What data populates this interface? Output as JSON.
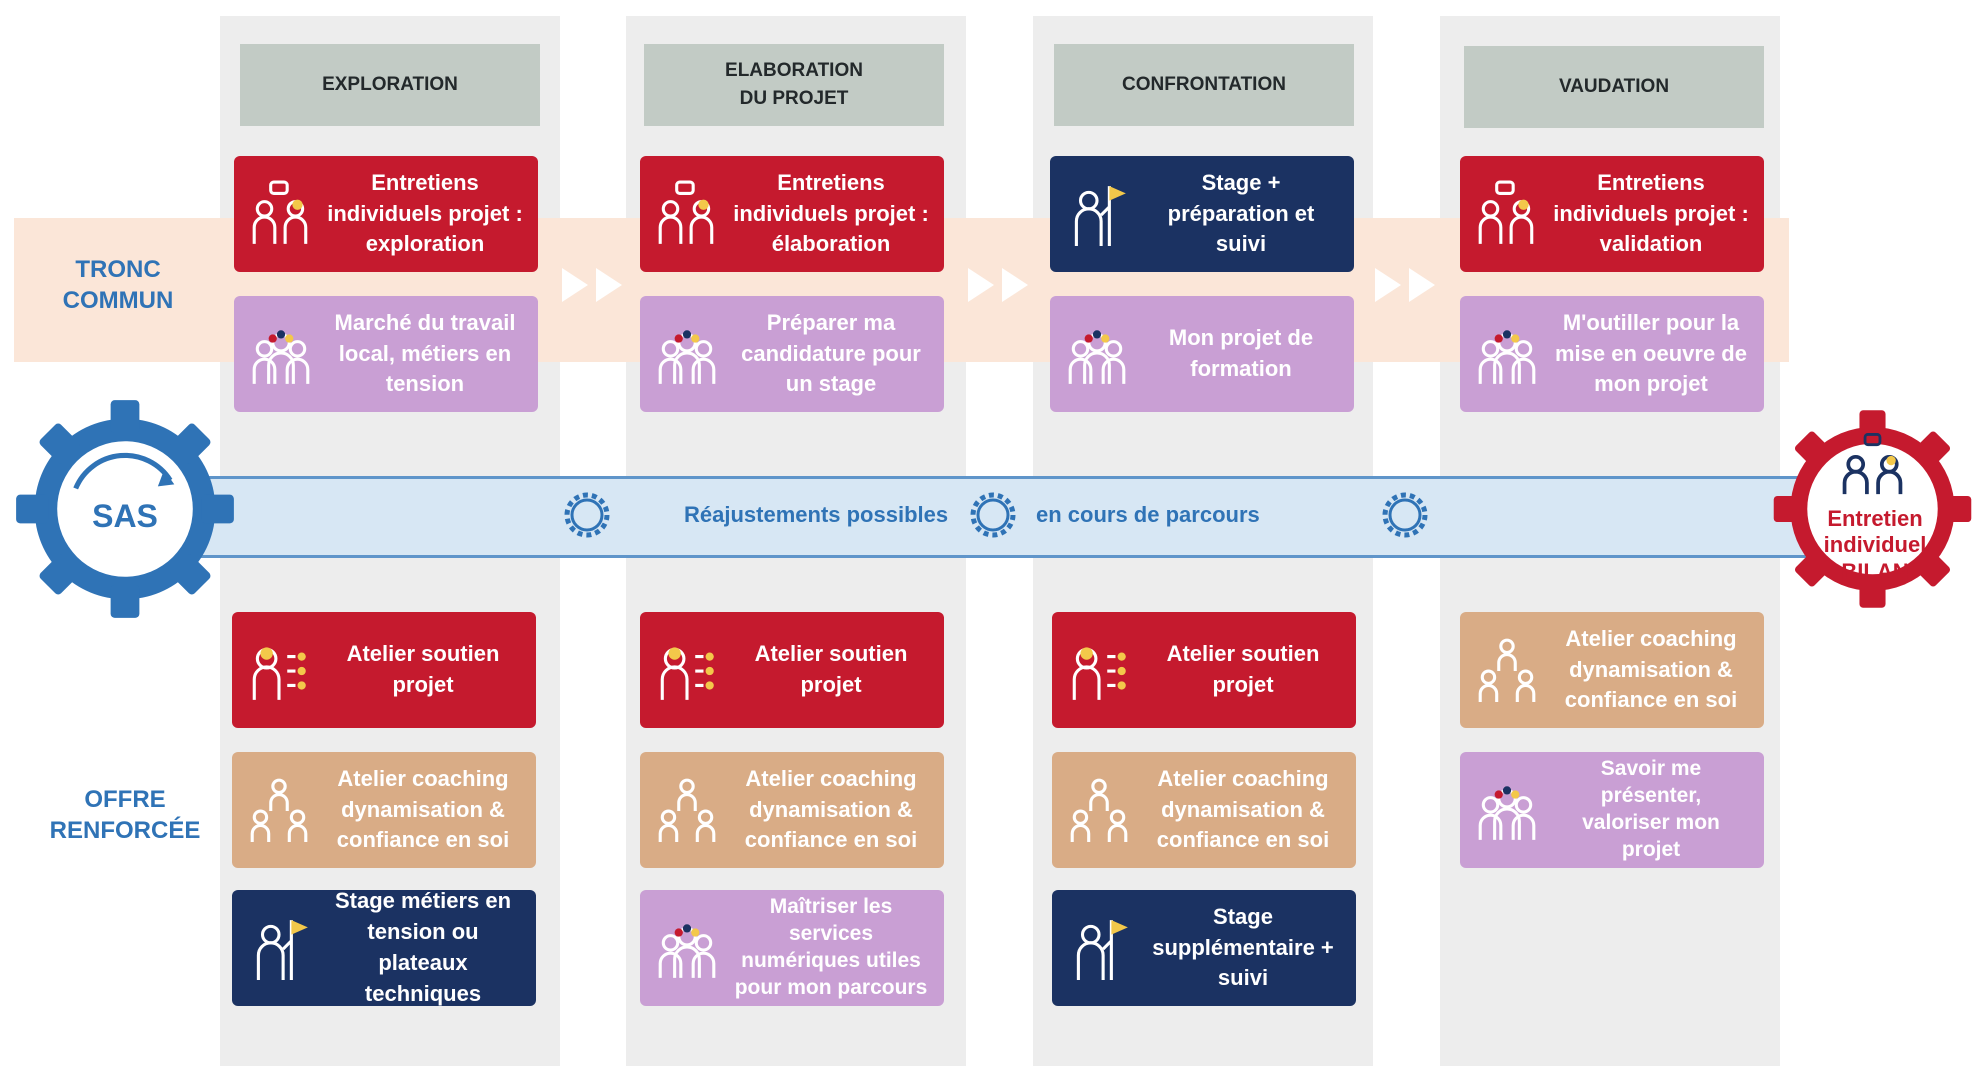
{
  "phases": [
    {
      "title": "EXPLORATION"
    },
    {
      "title": "ELABORATION\nDU PROJET"
    },
    {
      "title": "CONFRONTATION"
    },
    {
      "title": "VAUDATION"
    }
  ],
  "rows": {
    "tronc_commun": "TRONC\nCOMMUN",
    "offre_renforcee": "OFFRE\nRENFORCÉE"
  },
  "sas": {
    "label": "SAS"
  },
  "bilan": {
    "label": "Entretien\nindividuel\nBILAN"
  },
  "readjust": {
    "part1": "Réajustements possibles",
    "part2": "en cours de parcours"
  },
  "tronc_cards": [
    {
      "text": "Entretiens\nindividuels projet :\nexploration",
      "color": "red",
      "icon": "interview-icon"
    },
    {
      "text": "Marché du travail\nlocal, métiers en\ntension",
      "color": "purple",
      "icon": "group-icon"
    },
    {
      "text": "Entretiens\nindividuels projet :\nélaboration",
      "color": "red",
      "icon": "interview-icon"
    },
    {
      "text": "Préparer ma\ncandidature pour\nun stage",
      "color": "purple",
      "icon": "group-icon"
    },
    {
      "text": "Stage +\npréparation et\nsuivi",
      "color": "navy",
      "icon": "flag-person-icon"
    },
    {
      "text": "Mon projet de\nformation",
      "color": "purple",
      "icon": "group-icon"
    },
    {
      "text": "Entretiens\nindividuels projet :\nvalidation",
      "color": "red",
      "icon": "interview-icon"
    },
    {
      "text": "M'outiller pour la\nmise en oeuvre de\nmon projet",
      "color": "purple",
      "icon": "group-icon"
    }
  ],
  "offre_cards": [
    {
      "text": "Atelier soutien\nprojet",
      "color": "red",
      "icon": "support-icon"
    },
    {
      "text": "Atelier coaching\ndynamisation &\nconfiance en soi",
      "color": "tan",
      "icon": "coaching-icon"
    },
    {
      "text": "Stage métiers en\ntension ou\nplateaux\ntechniques",
      "color": "navy",
      "icon": "flag-person-icon"
    },
    {
      "text": "Atelier soutien\nprojet",
      "color": "red",
      "icon": "support-icon"
    },
    {
      "text": "Atelier coaching\ndynamisation &\nconfiance en soi",
      "color": "tan",
      "icon": "coaching-icon"
    },
    {
      "text": "Maîtriser les\nservices\nnumériques utiles\npour mon parcours",
      "color": "purple",
      "icon": "group-icon"
    },
    {
      "text": "Atelier soutien\nprojet",
      "color": "red",
      "icon": "support-icon"
    },
    {
      "text": "Atelier coaching\ndynamisation &\nconfiance en soi",
      "color": "tan",
      "icon": "coaching-icon"
    },
    {
      "text": "Stage\nsupplémentaire +\nsuivi",
      "color": "navy",
      "icon": "flag-person-icon"
    },
    {
      "text": "Atelier coaching\ndynamisation &\nconfiance en soi",
      "color": "tan",
      "icon": "coaching-icon"
    },
    {
      "text": "Savoir me\nprésenter,\nvaloriser mon\nprojet",
      "color": "purple",
      "icon": "group-icon"
    }
  ],
  "colors": {
    "red": "#c51a2e",
    "purple": "#c99fd4",
    "tan": "#d9ac86",
    "navy": "#1b3262",
    "blue": "#2f73b6",
    "header": "#c2cbc5",
    "band": "#fbe6d8"
  }
}
